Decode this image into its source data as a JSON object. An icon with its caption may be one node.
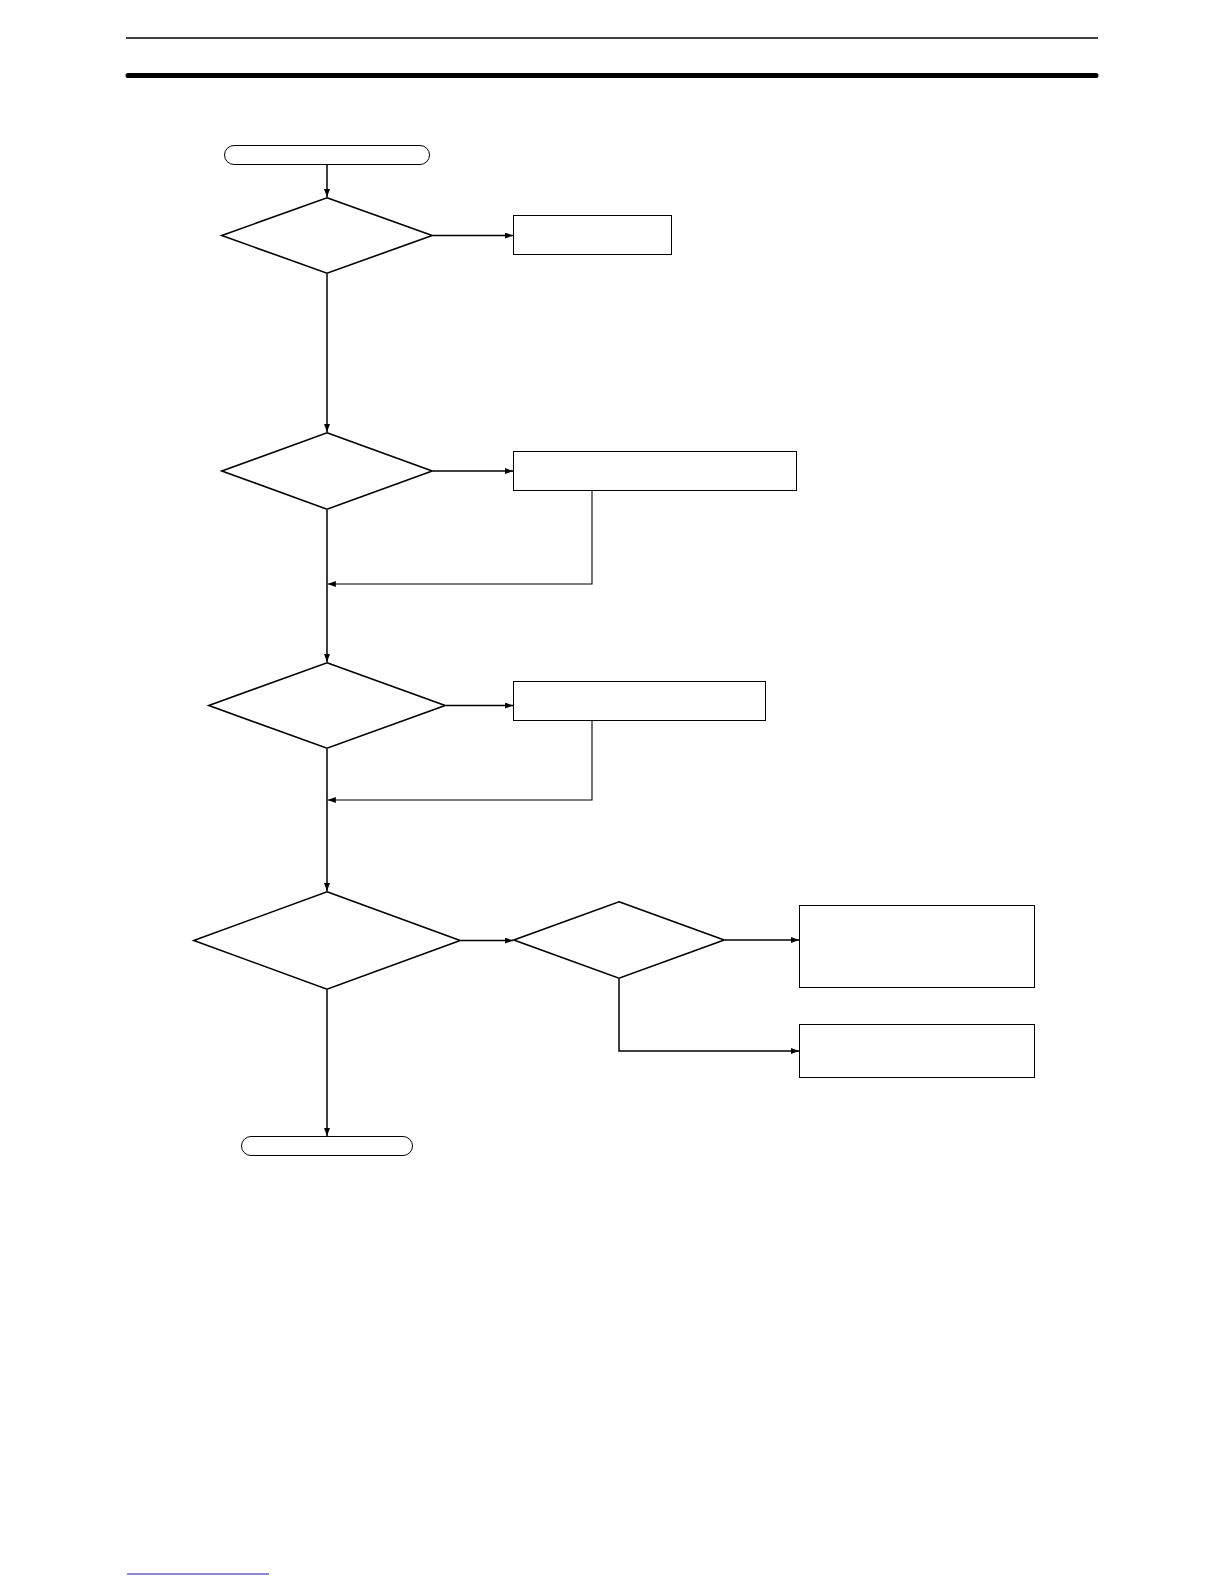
{
  "diagram": {
    "nodes": [
      {
        "text": [],
        "shape": "capsule"
      },
      {
        "text": [],
        "shape": "diamond"
      },
      {
        "text": [],
        "shape": "box"
      },
      {
        "text": [],
        "shape": "diamond"
      },
      {
        "text": [],
        "shape": "box"
      },
      {
        "text": [],
        "shape": "diamond"
      },
      {
        "text": [],
        "shape": "box"
      },
      {
        "text": [],
        "shape": "diamond"
      },
      {
        "text": [],
        "shape": "diamond"
      },
      {
        "text": [],
        "shape": "box"
      },
      {
        "text": [],
        "shape": "box"
      },
      {
        "text": [],
        "shape": "capsule"
      }
    ],
    "edges": [
      {
        "from": 0,
        "to": 1,
        "arrow": "to"
      },
      {
        "from": 1,
        "to": 2,
        "arrow": "to"
      },
      {
        "from": 1,
        "to": 3,
        "arrow": "to"
      },
      {
        "from": 3,
        "to": 4,
        "arrow": "to"
      },
      {
        "from": 3,
        "to": 5,
        "arrow": "to"
      },
      {
        "from": 4,
        "to": 5,
        "arrow": "to"
      },
      {
        "from": 5,
        "to": 6,
        "arrow": "to"
      },
      {
        "from": 5,
        "to": 7,
        "arrow": "to"
      },
      {
        "from": 6,
        "to": 7,
        "arrow": "to"
      },
      {
        "from": 7,
        "to": 8,
        "arrow": "to"
      },
      {
        "from": 7,
        "to": 11,
        "arrow": "to"
      },
      {
        "from": 8,
        "to": 9,
        "arrow": "to"
      },
      {
        "from": 8,
        "to": 10,
        "arrow": "to"
      }
    ]
  }
}
